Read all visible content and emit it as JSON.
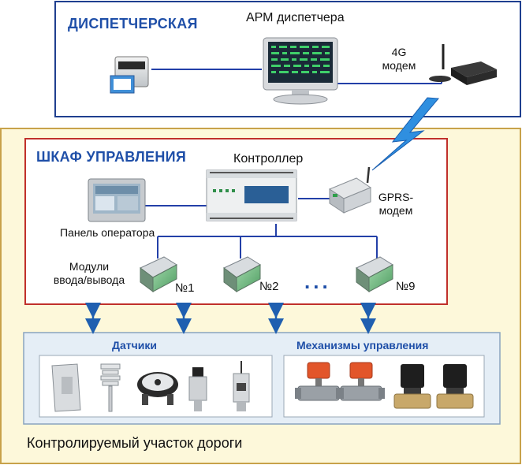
{
  "dispatch": {
    "title": "ДИСПЕТЧЕРСКАЯ",
    "arm_label": "АРМ диспетчера",
    "modem_4g_line1": "4G",
    "modem_4g_line2": "модем"
  },
  "cabinet": {
    "title": "ШКАФ УПРАВЛЕНИЯ",
    "controller_label": "Контроллер",
    "gprs_line1": "GPRS-",
    "gprs_line2": "модем",
    "panel_label": "Панель оператора",
    "modules_line1": "Модули",
    "modules_line2": "ввода/вывода",
    "module_1": "№1",
    "module_2": "№2",
    "ellipsis": "...",
    "module_9": "№9"
  },
  "field": {
    "sensors_title": "Датчики",
    "mechanisms_title": "Механизмы управления",
    "road_label": "Контролируемый участок дороги"
  },
  "colors": {
    "dispatch_border": "#1f3f8f",
    "outer_fill": "#fdf8da",
    "outer_border": "#c8a24a",
    "cabinet_border": "#c0302a",
    "field_fill": "#e5eef6",
    "field_border": "#8aa4bf",
    "wire": "#2340a8",
    "accent": "#1f4fa8"
  }
}
